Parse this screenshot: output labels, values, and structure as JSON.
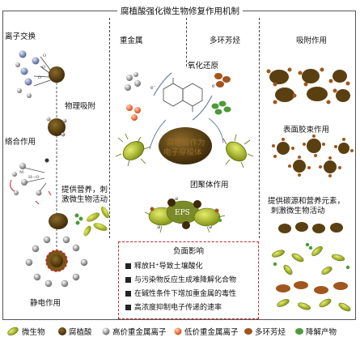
{
  "title": "腐植酸强化微生物修复作用机制",
  "left": {
    "ion_exchange": "离子交换",
    "physical_adsorption": "物理吸附",
    "complexation": "络合作用",
    "nutrient_line1": "提供营养，刺",
    "nutrient_line2": "激微生物活动",
    "electrostatic": "静电作用"
  },
  "middle": {
    "heavy_metal": "重金属",
    "pah": "多环芳烃",
    "redox": "氧化还原",
    "shuttle_line1": "腐植酸作为",
    "shuttle_line2": "电子穿梭体",
    "aggregation": "团聚体作用",
    "eps": "EPS"
  },
  "right": {
    "adsorption": "吸附作用",
    "micelle": "表面胶束作用",
    "carbon_line1": "提供碳源和营养元素，",
    "carbon_line2": "刺激微生物活动"
  },
  "negative": {
    "title": "负面影响",
    "items": [
      "释放H⁺导致土壤酸化",
      "与污染物反应生成难降解化合物",
      "在碱性条件下增加重金属的毒性",
      "高浓度抑制电子传递的速率"
    ]
  },
  "legend": [
    {
      "icon": "microbe-icon",
      "label": "微生物"
    },
    {
      "icon": "humic-acid-icon",
      "label": "腐植酸"
    },
    {
      "icon": "high-valence-metal-icon",
      "label": "高价重金属离子"
    },
    {
      "icon": "low-valence-metal-icon",
      "label": "低价重金属离子"
    },
    {
      "icon": "pah-icon",
      "label": "多环芳烃"
    },
    {
      "icon": "degradation-product-icon",
      "label": "降解产物"
    }
  ],
  "colors": {
    "humic": "#5a3f10",
    "microbe_body": "#a6b51a",
    "pah": "#a0561d",
    "product": "#4c9a3a",
    "metal_high": "#6f7fa6",
    "negative_border": "#c62828"
  }
}
